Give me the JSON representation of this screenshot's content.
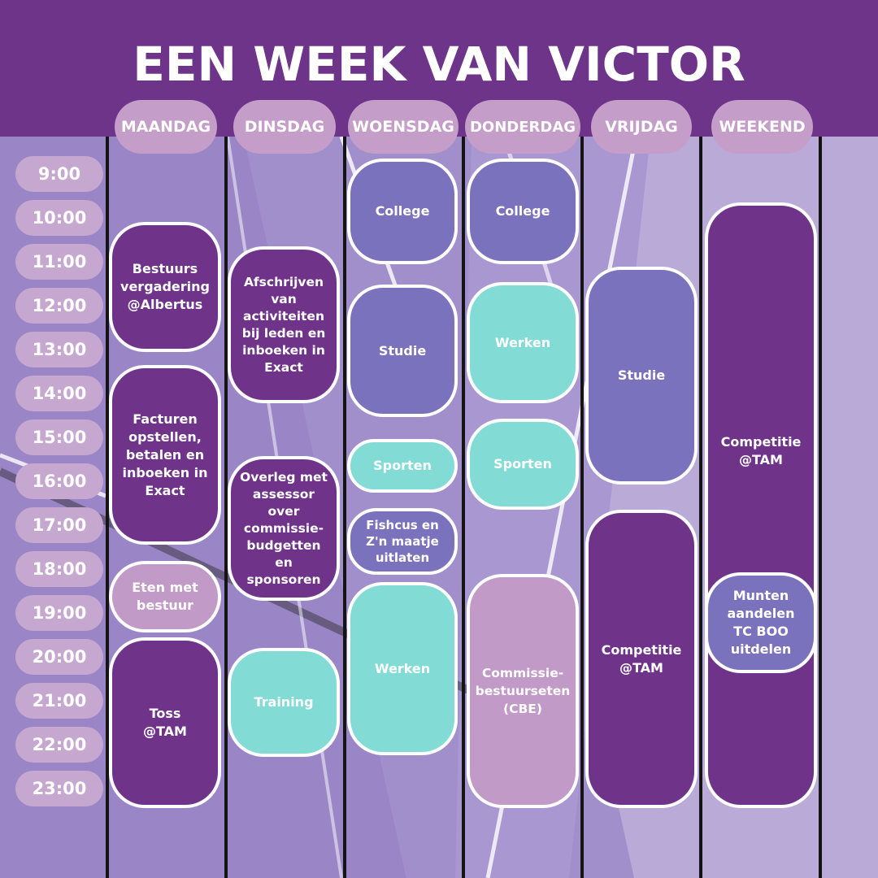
{
  "title": "EEN WEEK VAN VICTOR",
  "colors": {
    "header": "#6e348a",
    "dark_purple": "#70338a",
    "blue_purple": "#7a72bd",
    "teal": "#83dbd6",
    "pink": "#c19ac7"
  },
  "days": [
    "MAANDAG",
    "DINSDAG",
    "WOENSDAG",
    "DONDERDAG",
    "VRIJDAG",
    "WEEKEND"
  ],
  "times": [
    "9:00",
    "10:00",
    "11:00",
    "12:00",
    "13:00",
    "14:00",
    "15:00",
    "16:00",
    "17:00",
    "18:00",
    "19:00",
    "20:00",
    "21:00",
    "22:00",
    "23:00"
  ],
  "events": {
    "maandag": [
      "Bestuurs\nvergadering\n@Albertus",
      "Facturen\nopstellen,\nbetalen en\ninboeken in\nExact",
      "Eten met\nbestuur",
      "Toss\n@TAM"
    ],
    "dinsdag": [
      "Afschrijven\nvan\nactiviteiten\nbij leden en\ninboeken in\nExact",
      "Overleg met\nassessor over\ncommissie-\nbudgetten en\nsponsoren",
      "Training"
    ],
    "woensdag": [
      "College",
      "Studie",
      "Sporten",
      "Fishcus en\nZ'n maatje\nuitlaten",
      "Werken"
    ],
    "donderdag": [
      "College",
      "Werken",
      "Sporten",
      "Commissie-\nbestuurseten\n(CBE)"
    ],
    "vrijdag": [
      "Studie",
      "Competitie\n@TAM"
    ],
    "weekend": [
      "Competitie\n@TAM",
      "Munten\naandelen\nTC BOO\nuitdelen"
    ]
  }
}
